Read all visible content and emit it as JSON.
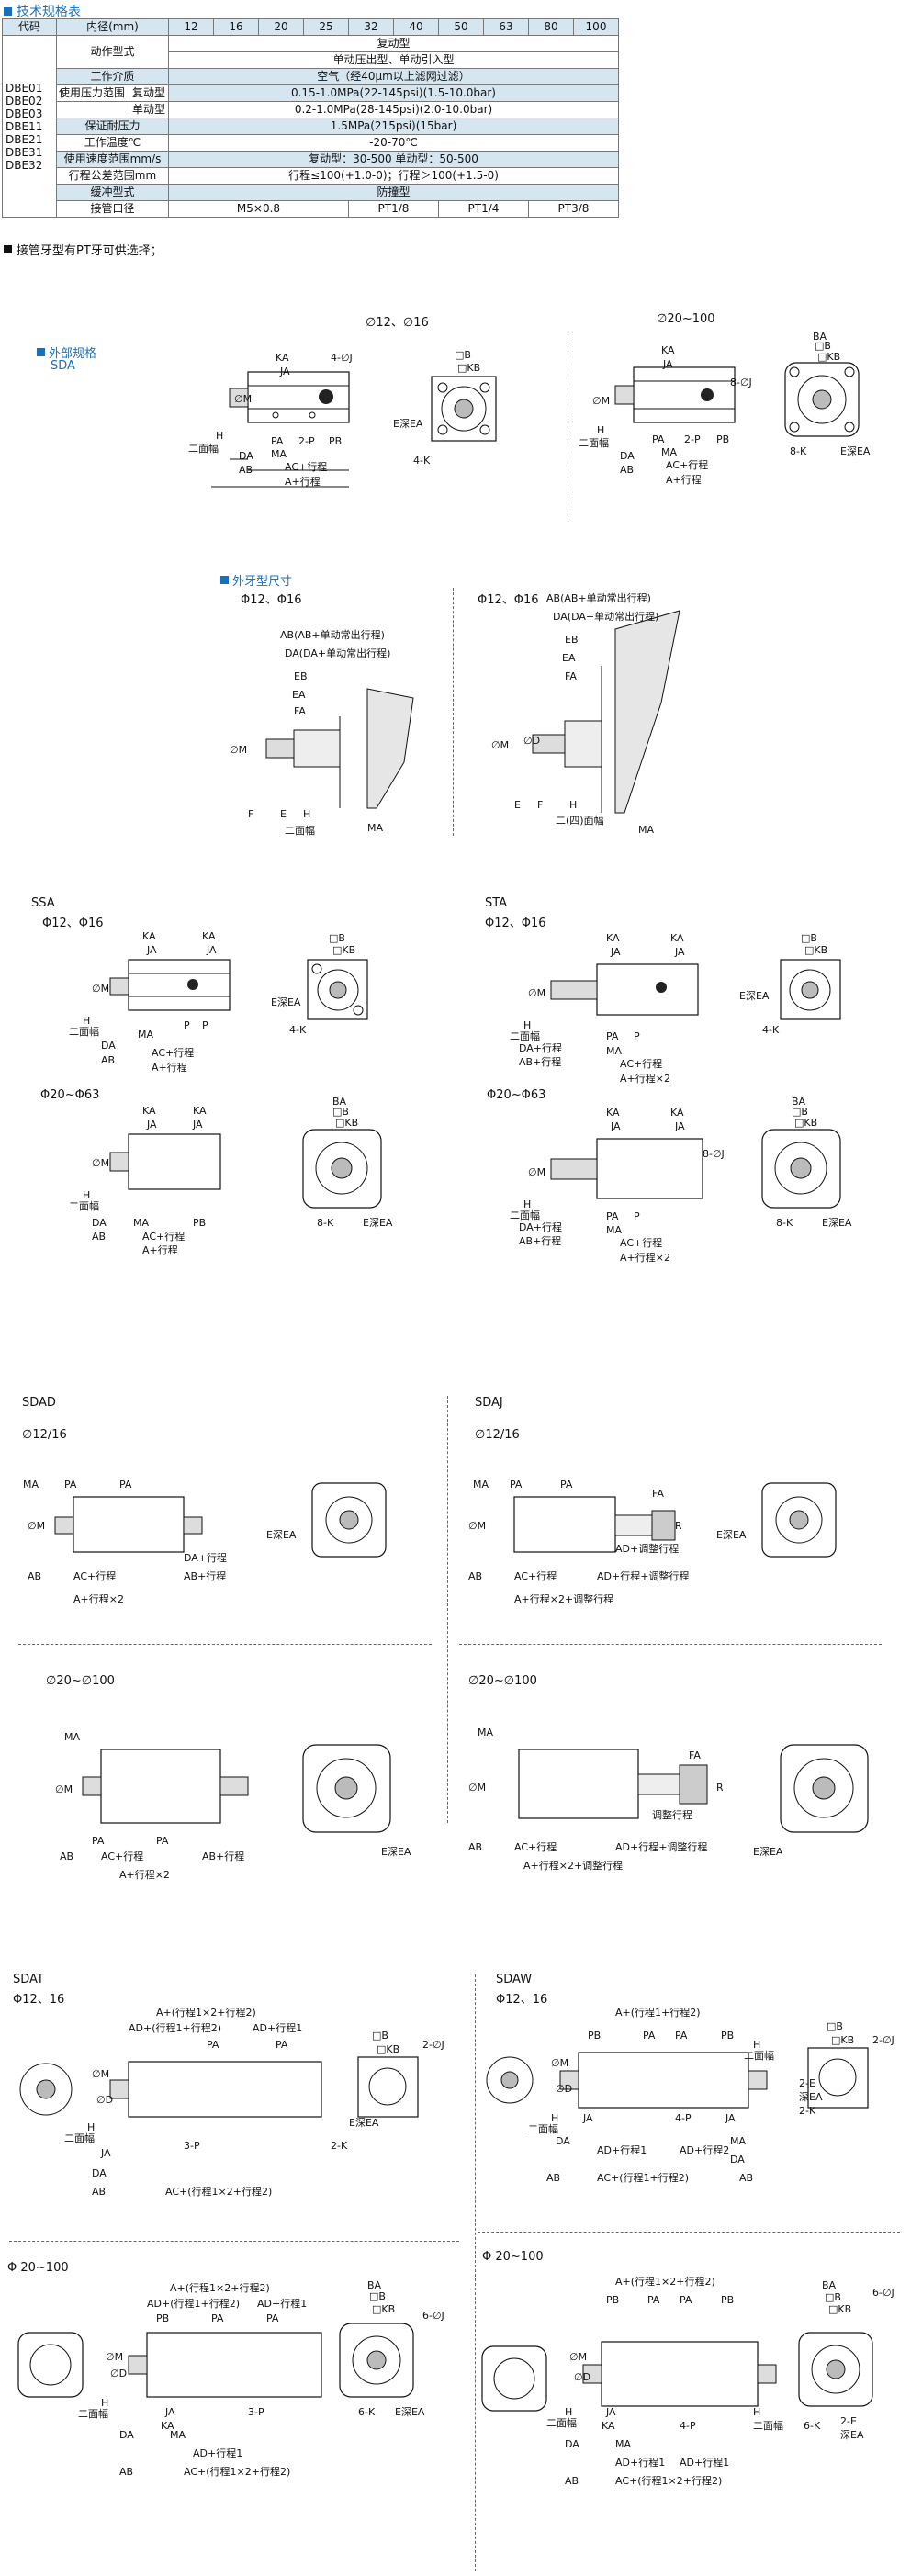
{
  "section_title": "技术规格表",
  "table": {
    "header": [
      "代码",
      "内径(mm)",
      "12",
      "16",
      "20",
      "25",
      "32",
      "40",
      "50",
      "63",
      "80",
      "100"
    ],
    "codes": [
      "DBE01",
      "DBE02",
      "DBE03",
      "DBE11",
      "DBE21",
      "DBE31",
      "DBE32"
    ],
    "action_label": "动作型式",
    "action_value1": "复动型",
    "action_value2": "单动压出型、单动引入型",
    "medium_label": "工作介质",
    "medium_value": "空气（经40μm以上滤网过滤）",
    "pressure_label": "使用压力范围",
    "double_label": "复动型",
    "double_value": "0.15-1.0MPa(22-145psi)(1.5-10.0bar)",
    "single_label": "单动型",
    "single_value": "0.2-1.0MPa(28-145psi)(2.0-10.0bar)",
    "proof_label": "保证耐压力",
    "proof_value": "1.5MPa(215psi)(15bar)",
    "temp_label": "工作温度℃",
    "temp_value": "-20-70℃",
    "speed_label": "使用速度范围mm/s",
    "speed_value": "复动型：30-500  单动型：50-500",
    "tol_label": "行程公差范围mm",
    "tol_value": "行程≤100(+1.0-0)；行程＞100(+1.5-0)",
    "cushion_label": "缓冲型式",
    "cushion_value": "防撞型",
    "port_label": "接管口径",
    "port_values": [
      "M5×0.8",
      "PT1/8",
      "PT1/4",
      "PT3/8"
    ]
  },
  "note": "接管牙型有PT牙可供选择；",
  "sda": {
    "title": "外部规格",
    "sub": "SDA",
    "size_small": "∅12、∅16",
    "size_large": "∅20~100"
  },
  "male": {
    "title": "外牙型尺寸",
    "size_a": "Φ12、Φ16",
    "size_b": "Φ12、Φ16"
  },
  "ssa": {
    "title": "SSA",
    "size_small": "Φ12、Φ16",
    "size_large": "Φ20~Φ63"
  },
  "sta": {
    "title": "STA",
    "size_small": "Φ12、Φ16",
    "size_large": "Φ20~Φ63"
  },
  "sdad": {
    "title": "SDAD",
    "size_small": "∅12/16",
    "size_large": "∅20~∅100"
  },
  "sdaj": {
    "title": "SDAJ",
    "size_small": "∅12/16",
    "size_large": "∅20~∅100"
  },
  "sdat": {
    "title": "SDAT",
    "size_small": "Φ12、16",
    "size_large": "Φ 20~100"
  },
  "sdaw": {
    "title": "SDAW",
    "size_small": "Φ12、16",
    "size_large": "Φ 20~100"
  },
  "dims": {
    "KA": "KA",
    "JA": "JA",
    "J": "4-∅J",
    "M": "∅M",
    "H": "H",
    "flats": "二面幅",
    "DA": "DA",
    "AB": "AB",
    "PA": "PA",
    "P2": "2-P",
    "PB": "PB",
    "MA": "MA",
    "AC": "AC+行程",
    "A": "A+行程",
    "B": "□B",
    "KB": "□KB",
    "EA": "E深EA",
    "K4": "4-K",
    "K8": "8-K",
    "BA": "BA",
    "J8": "8-∅J",
    "ABdesc": "AB(AB+单动常出行程)",
    "DAdesc": "DA(DA+单动常出行程)",
    "EB": "EB",
    "EA2": "EA",
    "FA": "FA",
    "D": "∅D",
    "F": "F",
    "E": "E",
    "flats4": "二(四)面幅",
    "P": "P",
    "DAs": "DA+行程",
    "ABs": "AB+行程",
    "A2": "A+行程×2",
    "R": "R",
    "AD": "AD+行程+调整行程",
    "ADs": "AD+调整行程",
    "A2adj": "A+行程×2+调整行程",
    "adj": "调整行程",
    "A12": "A+(行程1×2+行程2)",
    "AD12": "AD+(行程1+行程2)",
    "AD1": "AD+行程1",
    "AC12": "AC+(行程1×2+行程2)",
    "AD2": "AD+行程2",
    "AC1_2": "AC+(行程1+行程2)",
    "J2": "2-∅J",
    "K2": "2-K",
    "P3": "3-P",
    "P4": "4-P",
    "K6": "6-K",
    "J6": "6-∅J",
    "E2": "2-E",
    "depth": "深EA"
  }
}
